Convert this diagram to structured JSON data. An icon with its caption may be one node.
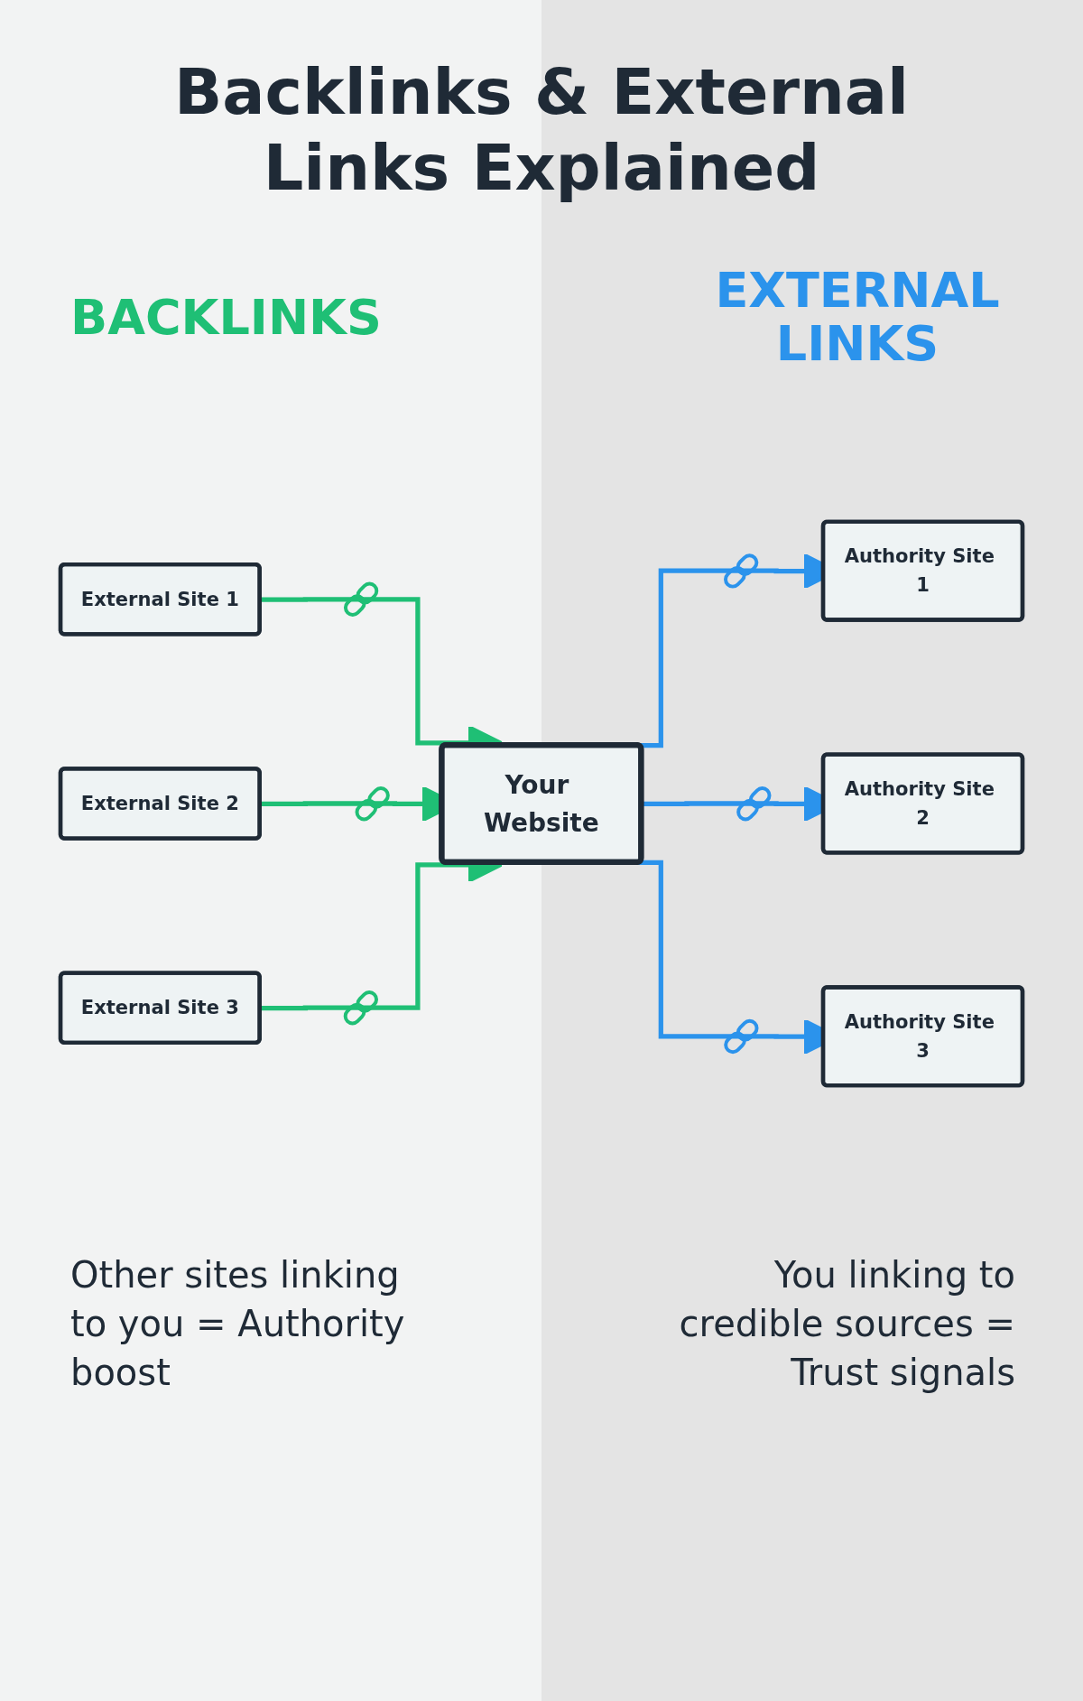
{
  "diagram": {
    "title": "Backlinks & External Links Explained",
    "nodes": [
      {
        "text": [
          "External Site 1"
        ]
      },
      {
        "text": [
          "External Site 2"
        ]
      },
      {
        "text": [
          "External Site 3"
        ]
      },
      {
        "text": [
          "Your Website"
        ]
      },
      {
        "text": [
          "Authority Site 1"
        ]
      },
      {
        "text": [
          "Authority Site 2"
        ]
      },
      {
        "text": [
          "Authority Site 3"
        ]
      }
    ],
    "edges": [
      {
        "from": 0,
        "to": 3,
        "arrow": "to",
        "color": "#1fbf75"
      },
      {
        "from": 1,
        "to": 3,
        "arrow": "to",
        "color": "#1fbf75"
      },
      {
        "from": 2,
        "to": 3,
        "arrow": "to",
        "color": "#1fbf75"
      },
      {
        "from": 3,
        "to": 4,
        "arrow": "to",
        "color": "#2b93ec"
      },
      {
        "from": 3,
        "to": 5,
        "arrow": "to",
        "color": "#2b93ec"
      },
      {
        "from": 3,
        "to": 6,
        "arrow": "to",
        "color": "#2b93ec"
      }
    ],
    "labels": [
      "BACKLINKS",
      "EXTERNAL LINKS",
      "Other sites linking to you = Authority boost",
      "You linking to credible sources = Trust signals"
    ]
  }
}
